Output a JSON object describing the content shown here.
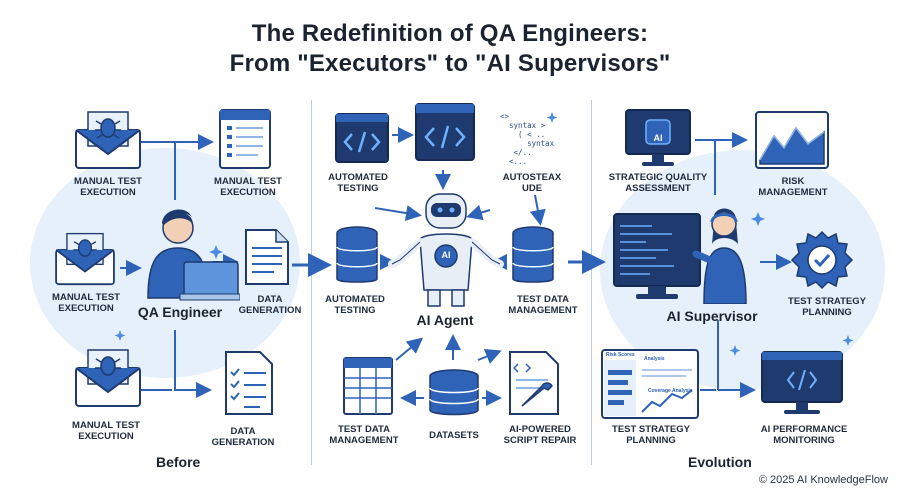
{
  "title": {
    "line1": "The Redefinition of QA Engineers:",
    "line2": "From \"Executors\" to \"AI Supervisors\""
  },
  "before": {
    "section_label": "Before",
    "hub": "QA Engineer",
    "top_left": "MANUAL TEST EXECUTION",
    "top_right": "MANUAL TEST EXECUTION",
    "mid_left": "MANUAL TEST EXECUTION",
    "mid_right": "DATA GENERATION",
    "bottom_left": "MANUAL TEST EXECUTION",
    "bottom_right": "DATA GENERATION"
  },
  "middle": {
    "hub": "AI Agent",
    "top_left": "AUTOMATED TESTING",
    "top_right": "AUTOSTEAX UDE",
    "mid_left": "AUTOMATED TESTING",
    "mid_right": "TEST DATA MANAGEMENT",
    "bottom_left": "TEST DATA MANAGEMENT",
    "bottom_center": "DATASETS",
    "bottom_right": "AI-POWERED SCRIPT REPAIR",
    "code_glyphs": "<>\n  syntax >\n    ( < ..\n      syntax\n   </..\n  <...",
    "ai_badge": "AI"
  },
  "evolution": {
    "section_label": "Evolution",
    "hub": "AI Supervisor",
    "top_left": "STRATEGIC QUALITY ASSESSMENT",
    "top_right": "RISK MANAGEMENT",
    "mid_right": "TEST STRATEGY PLANNING",
    "bottom_left": "TEST STRATEGY PLANNING",
    "bottom_right": "AI PERFORMANCE MONITORING",
    "ai_badge": "AI",
    "dashboard": {
      "risk_scores": "Risk Scores",
      "analysis": "Analysis",
      "coverage": "Coverage Analysis"
    }
  },
  "footer": {
    "copyright": "© 2025 AI KnowledgeFlow"
  },
  "colors": {
    "primary": "#2e63b8",
    "dark": "#1e3a6e",
    "light": "#e6f0fa",
    "accent": "#8fb6e6"
  }
}
